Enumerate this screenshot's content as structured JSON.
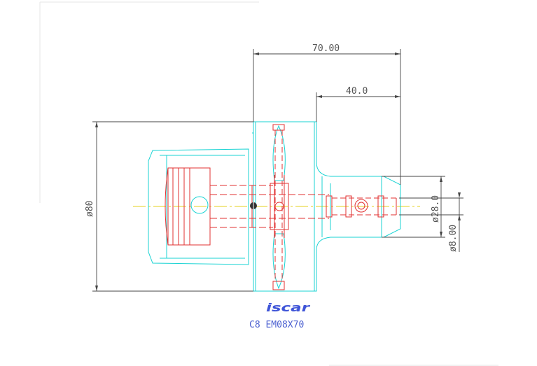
{
  "dimensions": {
    "overall_length": "70.00",
    "shank_length": "40.0",
    "body_diameter": "ø80",
    "shank_diameter": "ø28.0",
    "bore_diameter": "ø8.00"
  },
  "logo": {
    "text": "iscar"
  },
  "caption": {
    "part_code": "C8 EM08X70"
  },
  "colors": {
    "outline": "#19d3d3",
    "hidden": "#e23232",
    "centerline": "#e6d21c",
    "dimension": "#444444",
    "caption": "#4a5fd0",
    "logo": "#3f55d8"
  }
}
